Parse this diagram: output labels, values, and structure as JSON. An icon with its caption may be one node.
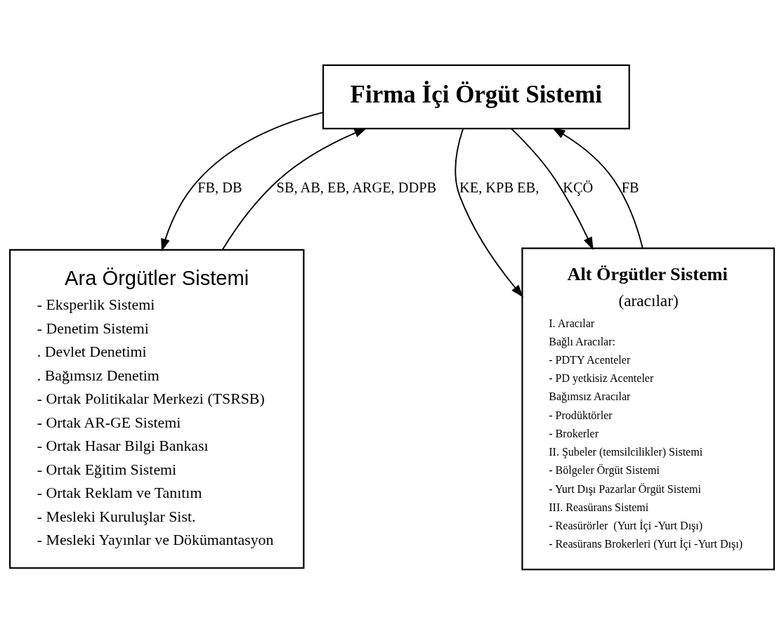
{
  "diagram": {
    "nodes": [
      {
        "text": [
          "Firma İçi Örgüt Sistemi"
        ]
      },
      {
        "text": [
          "Ara Örgütler Sistemi",
          "- Eksperlik Sistemi",
          "- Denetim Sistemi",
          ". Devlet Denetimi",
          ". Bağımsız Denetim",
          "- Ortak Politikalar Merkezi (TSRSB)",
          "- Ortak AR-GE Sistemi",
          "- Ortak Hasar Bilgi Bankası",
          "- Ortak Eğitim Sistemi",
          "- Ortak Reklam ve Tanıtım",
          "- Mesleki Kuruluşlar Sist.",
          "- Mesleki Yayınlar ve Dökümantasyon"
        ]
      },
      {
        "text": [
          "Alt Örgütler Sistemi",
          "(aracılar)",
          "I. Aracılar",
          "Bağlı Aracılar:",
          "- PDTY Acenteler",
          "- PD yetkisiz Acenteler",
          "Bağımsız Aracılar",
          "- Prodüktörler",
          "- Brokerler",
          "II. Şubeler (temsilcilikler) Sistemi",
          "- Bölgeler Örgüt Sistemi",
          "- Yurt Dışı Pazarlar Örgüt Sistemi",
          "III. Reasürans Sistemi",
          "- Reasürörler  (Yurt İçi -Yurt Dışı)",
          "- Reasürans Brokerleri (Yurt İçi -Yurt Dışı)"
        ]
      }
    ],
    "edges": [
      {
        "from": 1,
        "to": 0,
        "arrow": "to",
        "label": "SB, AB, EB, ARGE, DDPB"
      },
      {
        "from": 0,
        "to": 1,
        "arrow": "to",
        "label": "FB, DB"
      },
      {
        "from": 0,
        "to": 2,
        "arrow": "to",
        "label": "KE, KPB EB,"
      },
      {
        "from": 0,
        "to": 2,
        "arrow": "to",
        "label": "KÇÖ"
      },
      {
        "from": 2,
        "to": 0,
        "arrow": "to",
        "label": "FB"
      }
    ]
  }
}
